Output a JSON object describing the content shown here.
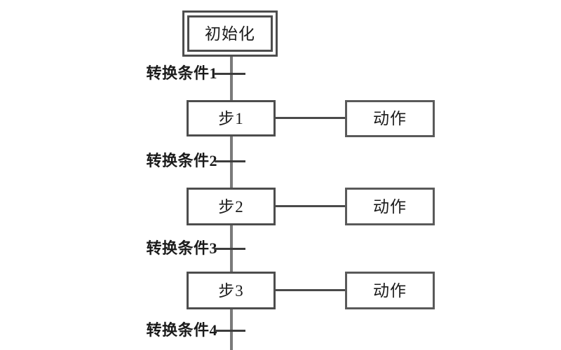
{
  "diagram": {
    "title_text_present": false,
    "background_color": "#ffffff",
    "line_color": "#7a7a7a",
    "border_color": "#4d4d4d",
    "text_color": "#1b1b1b",
    "initial_step": {
      "label": "初始化"
    },
    "steps": [
      {
        "label": "步1",
        "action_label": "动作"
      },
      {
        "label": "步2",
        "action_label": "动作"
      },
      {
        "label": "步3",
        "action_label": "动作"
      }
    ],
    "transitions": [
      {
        "label": "转换条件1"
      },
      {
        "label": "转换条件2"
      },
      {
        "label": "转换条件3"
      },
      {
        "label": "转换条件4"
      }
    ]
  }
}
